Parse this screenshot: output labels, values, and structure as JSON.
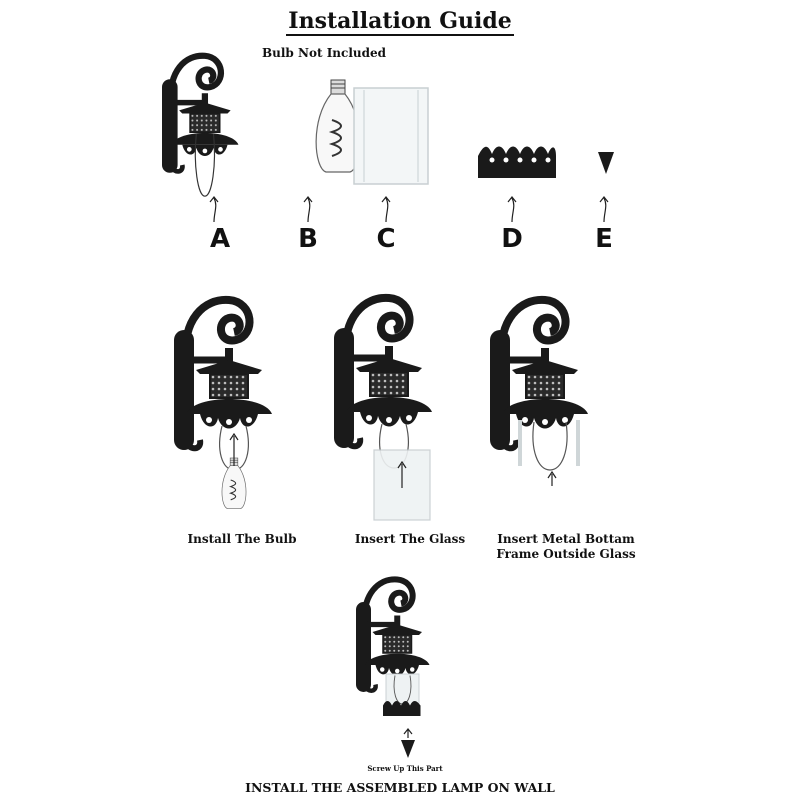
{
  "title": "Installation Guide",
  "bulb_note": "Bulb Not Included",
  "parts": [
    {
      "letter": "A",
      "icon": "lamp-body-icon"
    },
    {
      "letter": "B",
      "icon": "edison-bulb-icon"
    },
    {
      "letter": "C",
      "icon": "glass-cylinder-icon"
    },
    {
      "letter": "D",
      "icon": "metal-bottom-frame-icon"
    },
    {
      "letter": "E",
      "icon": "finial-screw-icon"
    }
  ],
  "steps": [
    {
      "caption": "Install The Bulb"
    },
    {
      "caption": "Insert The Glass"
    },
    {
      "caption_line1": "Insert Metal Bottam",
      "caption_line2": "Frame Outside Glass"
    }
  ],
  "screw_note": "Screw Up This Part",
  "footer": "INSTALL THE ASSEMBLED LAMP ON WALL",
  "colors": {
    "ink": "#1a1a1a",
    "glass": "#e8eef0",
    "background": "#ffffff"
  }
}
